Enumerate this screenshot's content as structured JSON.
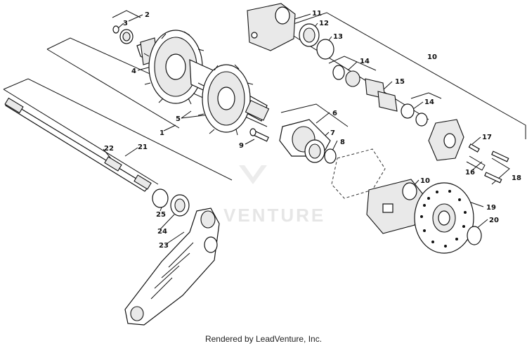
{
  "watermark": "VENTURE",
  "credit": "Rendered by LeadVenture, Inc.",
  "callouts": [
    {
      "id": "1",
      "label": "1"
    },
    {
      "id": "2",
      "label": "2"
    },
    {
      "id": "3",
      "label": "3"
    },
    {
      "id": "4",
      "label": "4"
    },
    {
      "id": "5",
      "label": "5"
    },
    {
      "id": "6",
      "label": "6"
    },
    {
      "id": "7",
      "label": "7"
    },
    {
      "id": "8",
      "label": "8"
    },
    {
      "id": "9",
      "label": "9"
    },
    {
      "id": "10a",
      "label": "10"
    },
    {
      "id": "10b",
      "label": "10"
    },
    {
      "id": "11",
      "label": "11"
    },
    {
      "id": "12",
      "label": "12"
    },
    {
      "id": "13",
      "label": "13"
    },
    {
      "id": "14a",
      "label": "14"
    },
    {
      "id": "14b",
      "label": "14"
    },
    {
      "id": "15",
      "label": "15"
    },
    {
      "id": "16",
      "label": "16"
    },
    {
      "id": "17",
      "label": "17"
    },
    {
      "id": "18",
      "label": "18"
    },
    {
      "id": "19",
      "label": "19"
    },
    {
      "id": "20",
      "label": "20"
    },
    {
      "id": "21",
      "label": "21"
    },
    {
      "id": "22",
      "label": "22"
    },
    {
      "id": "23",
      "label": "23"
    },
    {
      "id": "24",
      "label": "24"
    },
    {
      "id": "25",
      "label": "25"
    }
  ]
}
